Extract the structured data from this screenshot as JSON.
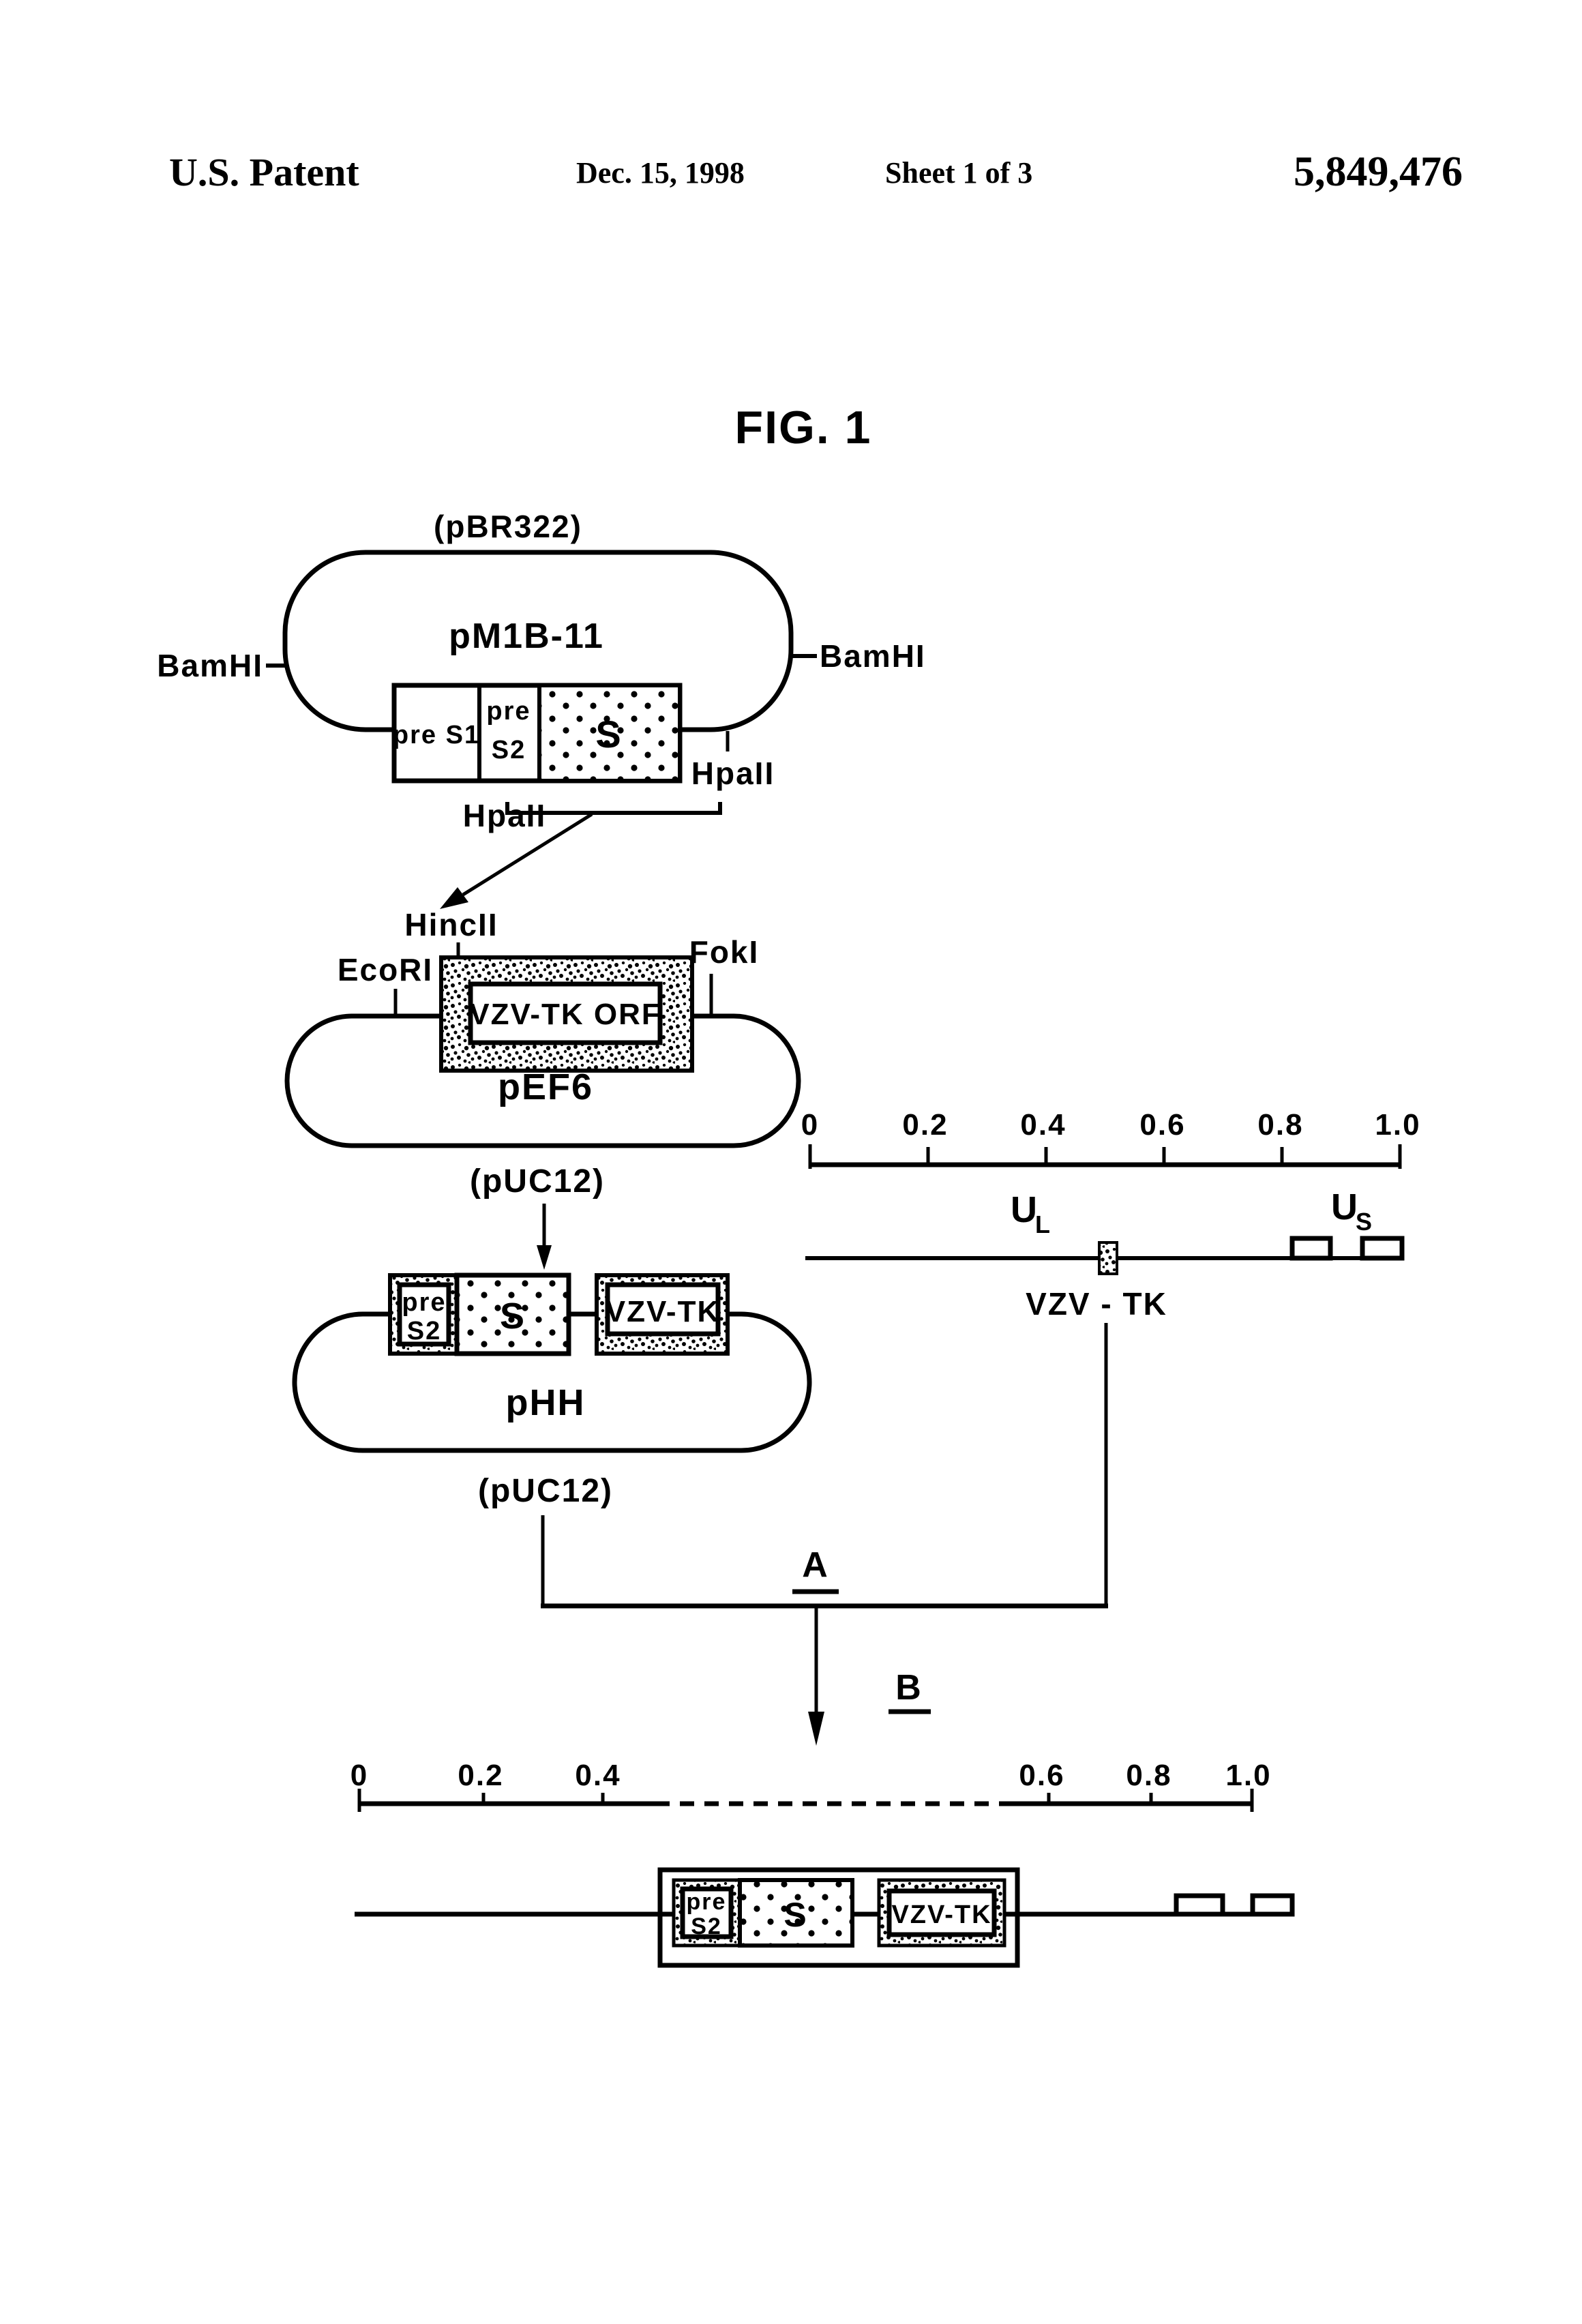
{
  "header": {
    "title": "U.S. Patent",
    "date": "Dec. 15, 1998",
    "sheet": "Sheet 1 of 3",
    "patent_number": "5,849,476"
  },
  "figure": {
    "title": "FIG. 1"
  },
  "pm1b11": {
    "backbone": "(pBR322)",
    "name": "pM1B-11",
    "site_left": "BamHI",
    "site_right": "BamHI",
    "seg_pre_s1": "pre S1",
    "seg_pre": "pre",
    "seg_s2": "S2",
    "seg_s": "S",
    "site_hpaii_right": "HpaII",
    "site_hpaii_bottom": "HpaII"
  },
  "pef6": {
    "site_hincii": "HincII",
    "site_ecori": "EcoRI",
    "site_foki": "FokI",
    "orf_label": "VZV-TK ORF",
    "name": "pEF6",
    "backbone": "(pUC12)"
  },
  "phh": {
    "seg_pre": "pre",
    "seg_s2": "S2",
    "seg_s": "S",
    "seg_vzvtk": "VZV-TK",
    "name": "pHH",
    "backbone": "(pUC12)"
  },
  "map_top": {
    "ticks": [
      "0",
      "0.2",
      "0.4",
      "0.6",
      "0.8",
      "1.0"
    ],
    "region_ul": "U",
    "region_ul_sub": "L",
    "region_us": "U",
    "region_us_sub": "S",
    "gene_label": "VZV - TK"
  },
  "steps": {
    "a": "A",
    "b": "B"
  },
  "map_bottom": {
    "ticks": [
      "0",
      "0.2",
      "0.4",
      "0.6",
      "0.8",
      "1.0"
    ],
    "seg_pre": "pre",
    "seg_s2": "S2",
    "seg_s": "S",
    "seg_vzvtk": "VZV-TK"
  }
}
